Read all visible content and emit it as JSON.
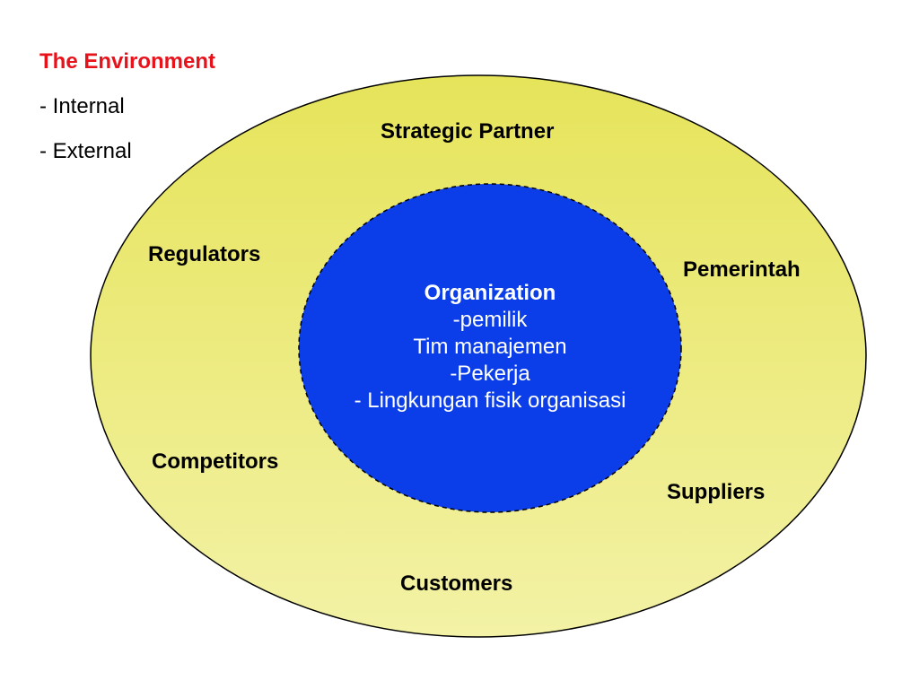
{
  "legend": {
    "title": "The Environment",
    "items": [
      "- Internal",
      "- External"
    ]
  },
  "outer_labels": {
    "strategic_partner": "Strategic Partner",
    "regulators": "Regulators",
    "pemerintah": "Pemerintah",
    "competitors": "Competitors",
    "suppliers": "Suppliers",
    "customers": "Customers"
  },
  "organization": {
    "title": "Organization",
    "lines": [
      "-pemilik",
      "Tim manajemen",
      "-Pekerja",
      "- Lingkungan fisik organisasi"
    ]
  },
  "colors": {
    "outer_fill": "#eeee88",
    "inner_fill": "#0b3ee8",
    "title_red": "#e8121b"
  }
}
